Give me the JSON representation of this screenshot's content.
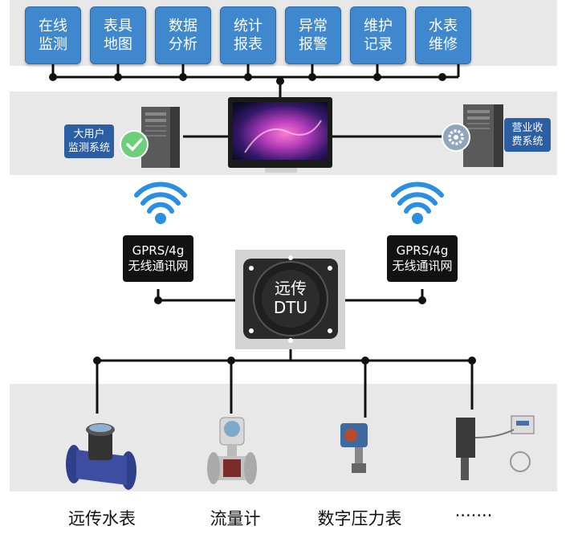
{
  "modules": [
    {
      "label": "在线\n监测"
    },
    {
      "label": "表具\n地图"
    },
    {
      "label": "数据\n分析"
    },
    {
      "label": "统计\n报表"
    },
    {
      "label": "异常\n报警"
    },
    {
      "label": "维护\n记录"
    },
    {
      "label": "水表\n维修"
    }
  ],
  "systems": {
    "left_label": "大用户\n监测系统",
    "right_label": "营业收\n费系统"
  },
  "network": {
    "left_label": "GPRS/4g\n无线通讯网",
    "right_label": "GPRS/4g\n无线通讯网"
  },
  "dtu": {
    "label": "远传\nDTU"
  },
  "devices": [
    {
      "label": "远传水表",
      "icon": "water-meter-icon"
    },
    {
      "label": "流量计",
      "icon": "flow-meter-icon"
    },
    {
      "label": "数字压力表",
      "icon": "pressure-gauge-icon"
    },
    {
      "label": "·······",
      "icon": "sensor-device-icon"
    }
  ],
  "colors": {
    "module_blue": "#3f88cd",
    "tag_blue": "#2b5ea3",
    "band_gray": "#e8e8e8",
    "wifi_blue": "#2a8fe0",
    "line": "#111111"
  }
}
